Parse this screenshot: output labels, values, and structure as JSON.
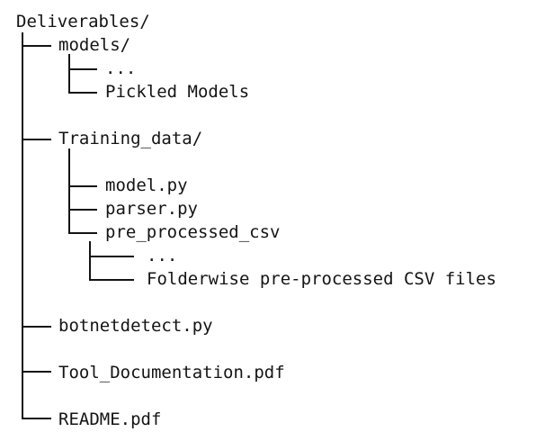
{
  "page": {
    "background_color": "#ffffff",
    "text_color": "#141414",
    "line_color": "#141414"
  },
  "tree": {
    "root_label": "Deliverables/",
    "nodes": {
      "models": "models/",
      "models_ellipsis": "...",
      "pickled_models": "Pickled Models",
      "training_data": "Training_data/",
      "model_py": "model.py",
      "parser_py": "parser.py",
      "pre_processed_csv": "pre_processed_csv",
      "preproc_ellipsis": "...",
      "folderwise_note": "Folderwise pre-processed CSV files",
      "botnetdetect": "botnetdetect.py",
      "tool_documentation": "Tool_Documentation.pdf",
      "readme": "README.pdf"
    }
  }
}
